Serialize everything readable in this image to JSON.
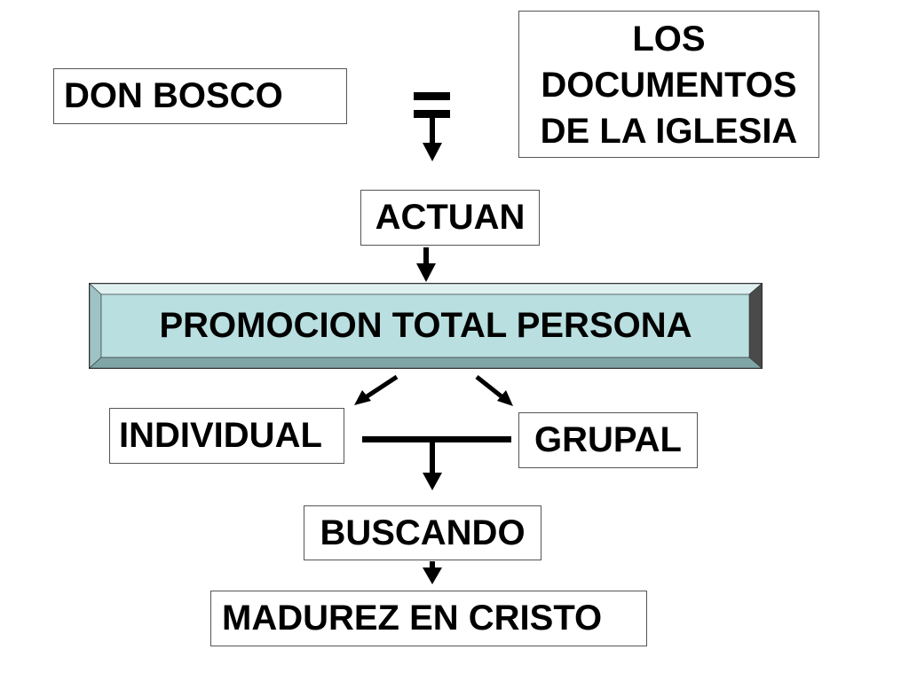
{
  "nodes": {
    "don_bosco": "DON BOSCO",
    "documentos": [
      "LOS",
      "DOCUMENTOS",
      "DE LA IGLESIA"
    ],
    "actuan": "ACTUAN",
    "promocion": "PROMOCION TOTAL PERSONA",
    "individual": "INDIVIDUAL",
    "grupal": "GRUPAL",
    "buscando": "BUSCANDO",
    "madurez": "MADUREZ EN CRISTO"
  },
  "colors": {
    "banner_face": "#b9dfe0",
    "banner_light": "#dff0f0",
    "banner_dark": "#4a4a4a",
    "line": "#000000"
  },
  "symbols": {
    "equals_sign": "equals-sign-icon"
  }
}
